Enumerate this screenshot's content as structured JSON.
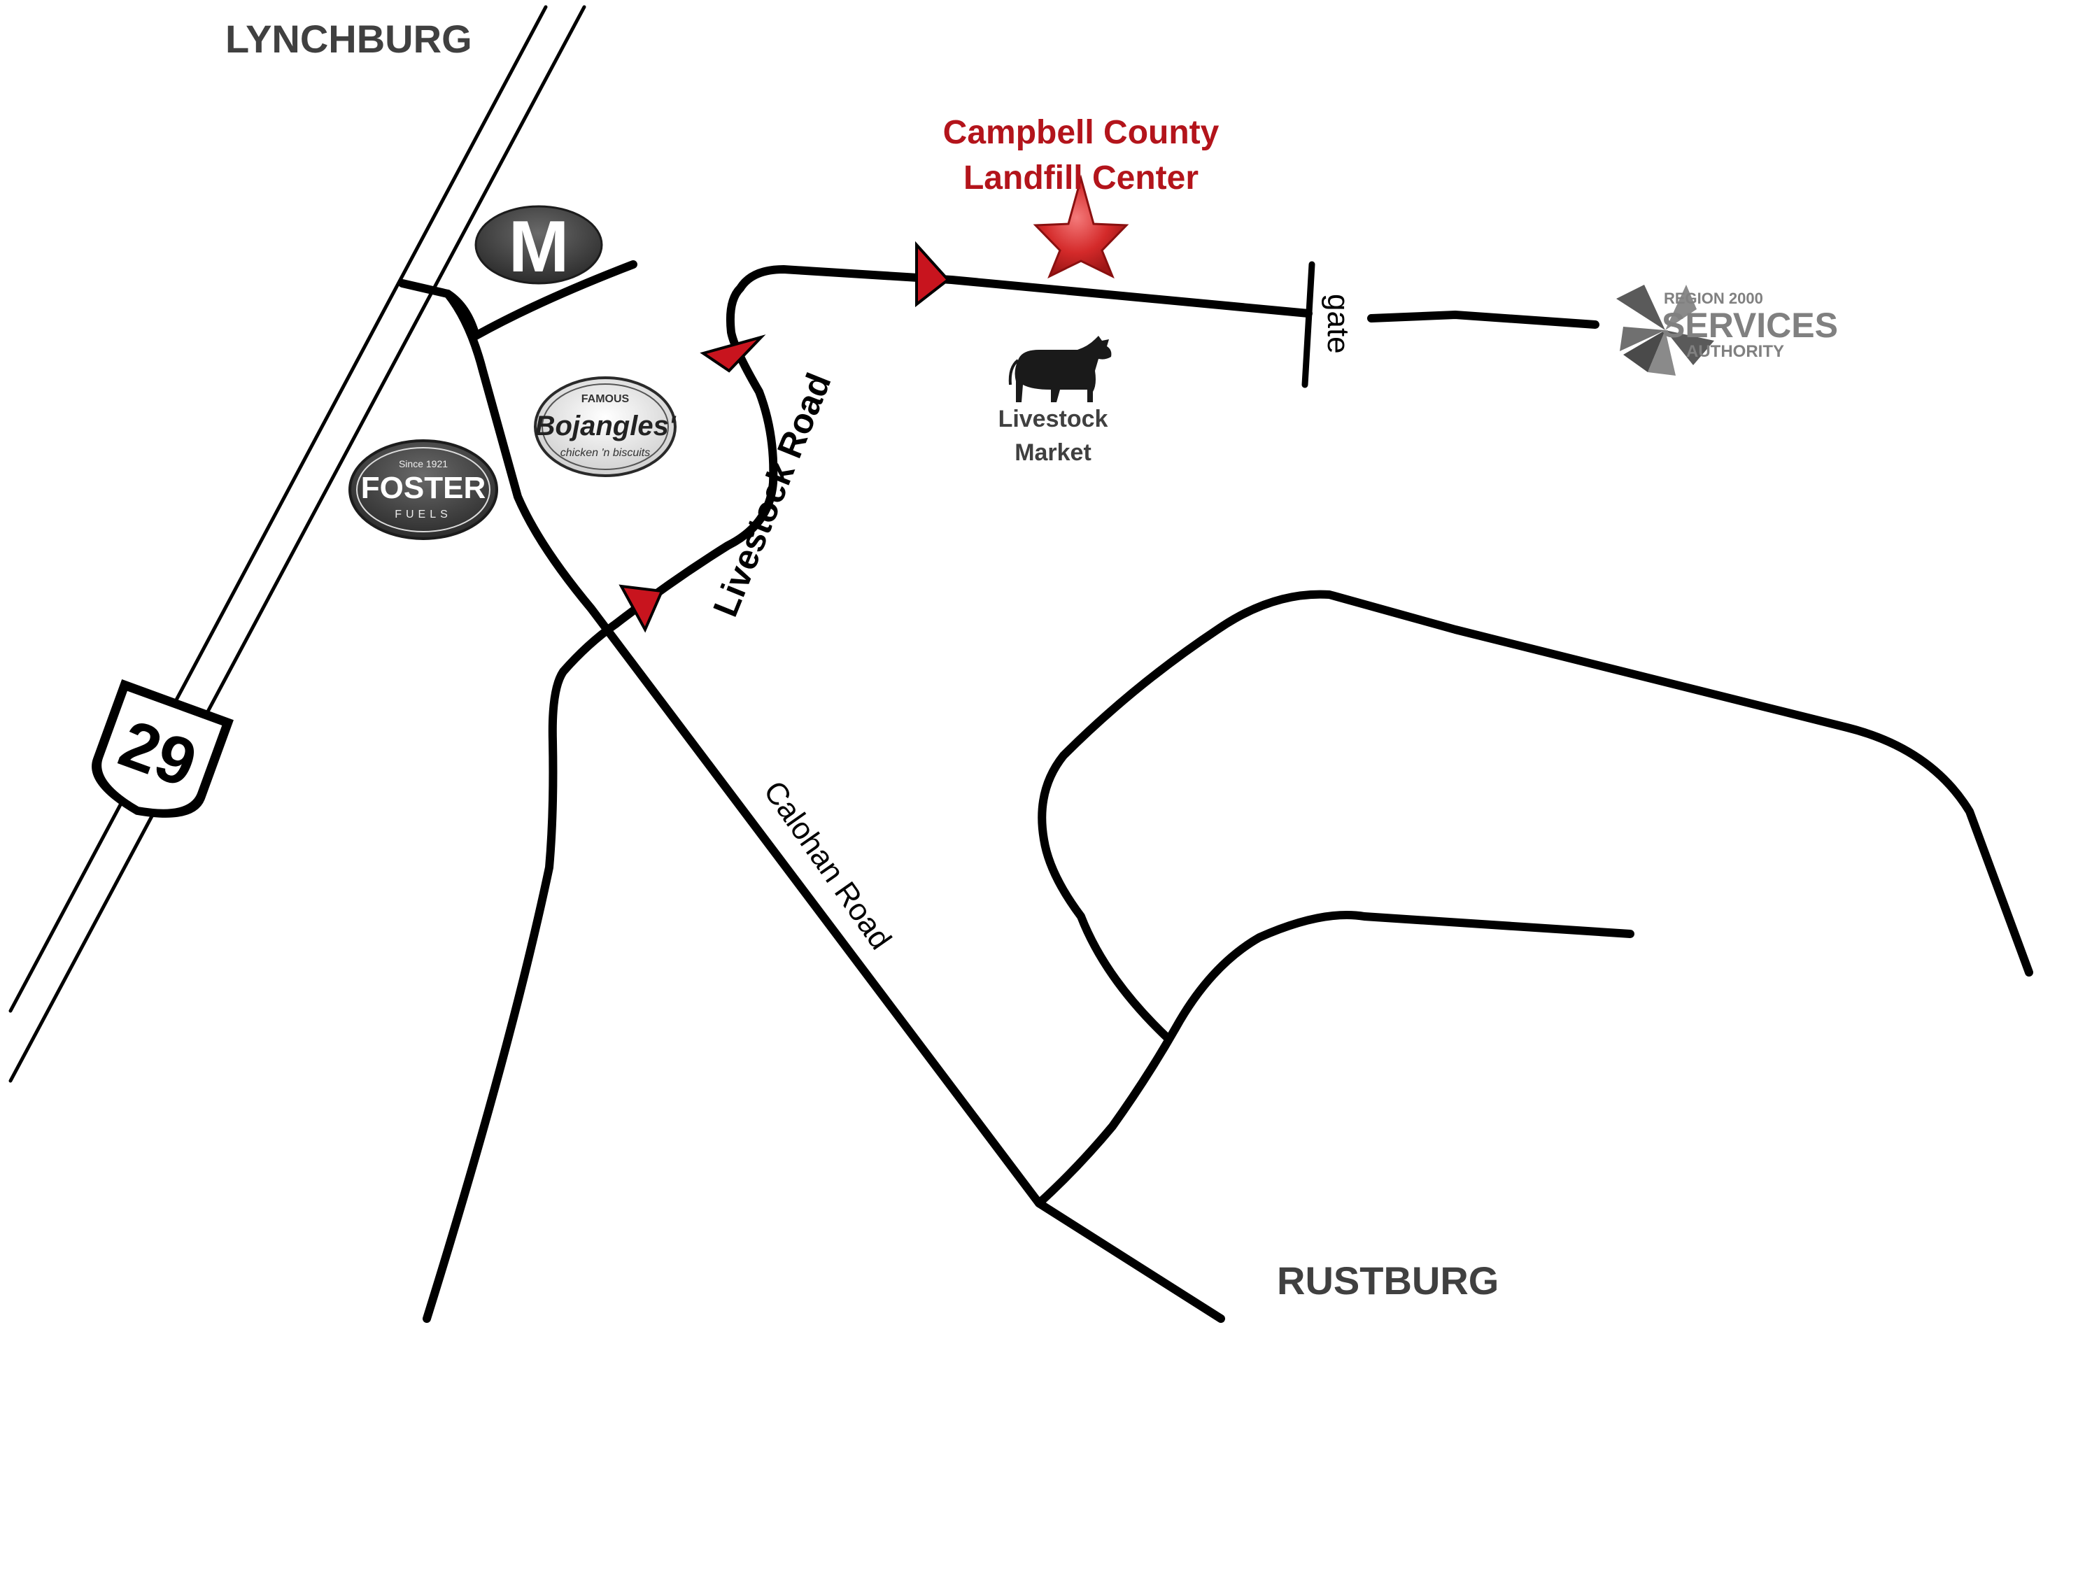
{
  "cities": {
    "north": "LYNCHBURG",
    "south": "RUSTBURG"
  },
  "destination": {
    "line1": "Campbell County",
    "line2": "Landfill Center",
    "marker_icon": "star-icon",
    "marker_color": "#d42a2a"
  },
  "roads": {
    "livestock": "Livestock Road",
    "calohan": "Calohan Road",
    "gate": "gate",
    "highway_number": "29"
  },
  "landmarks": {
    "livestock_market_line1": "Livestock",
    "livestock_market_line2": "Market",
    "foster_since": "Since 1921",
    "foster_name": "FOSTER",
    "foster_sub": "FUELS",
    "bojangles_famous": "FAMOUS",
    "bojangles_name": "Bojangles'",
    "bojangles_sub": "chicken 'n biscuits",
    "mcdonalds_letter": "M",
    "region_line1": "REGION 2000",
    "region_line2": "SERVICES",
    "region_line3": "AUTHORITY"
  },
  "colors": {
    "route_arrow": "#c8141e",
    "city_text": "#404040",
    "destination_text": "#b3141b"
  }
}
